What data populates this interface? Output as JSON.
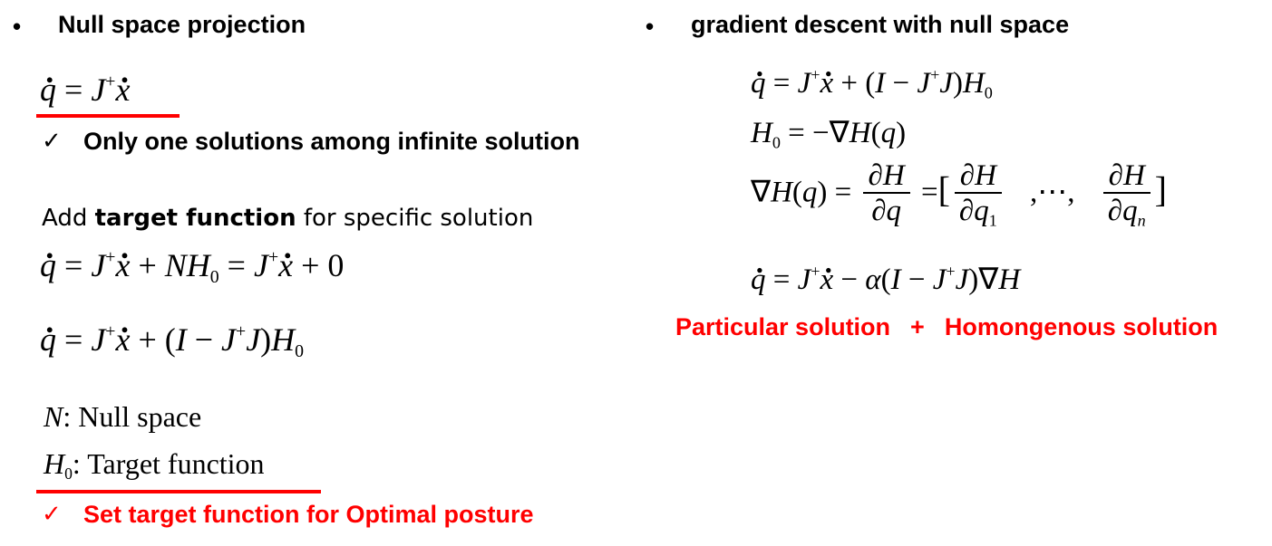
{
  "left": {
    "bullet": "•",
    "heading": "Null space projection",
    "check_mark": "✓",
    "note1": "Only one solutions among infinite solution",
    "add_prefix": "Add ",
    "add_bold": "target function",
    "add_suffix": " for specific solution",
    "legend_n_symbol": "N",
    "legend_n_text": ":  Null space",
    "legend_h_symbol": "H",
    "legend_h_sub": "0",
    "legend_h_text": ": Target function",
    "note2": "Set target function for Optimal posture"
  },
  "right": {
    "bullet": "•",
    "heading": "gradient descent with null space",
    "sum_left": "Particular solution",
    "sum_plus": "+",
    "sum_right": "Homongenous solution"
  },
  "colors": {
    "accent_red": "#ff0000",
    "text": "#000000",
    "background": "#ffffff"
  }
}
